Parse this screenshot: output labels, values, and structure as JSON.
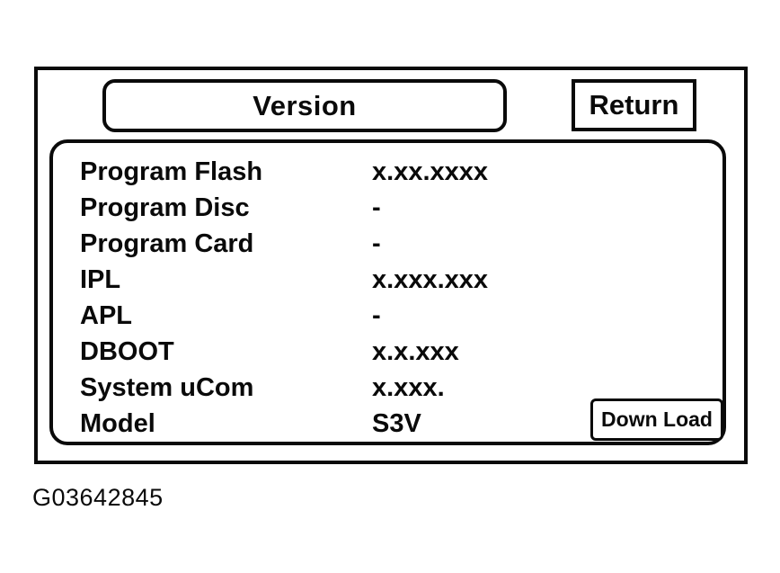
{
  "figure": {
    "id_text": "G03642845"
  },
  "header": {
    "title": "Version",
    "return_label": "Return"
  },
  "panel": {
    "rows": [
      {
        "label": "Program Flash",
        "value": "x.xx.xxxx"
      },
      {
        "label": "Program Disc",
        "value": "-"
      },
      {
        "label": "Program Card",
        "value": "-"
      },
      {
        "label": "IPL",
        "value": "x.xxx.xxx"
      },
      {
        "label": "APL",
        "value": "-"
      },
      {
        "label": "DBOOT",
        "value": "x.x.xxx"
      },
      {
        "label": "System uCom",
        "value": "x.xxx."
      },
      {
        "label": "Model",
        "value": "S3V"
      }
    ],
    "download_label": "Down Load"
  },
  "colors": {
    "ink": "#0a0a0a",
    "background": "#ffffff"
  }
}
